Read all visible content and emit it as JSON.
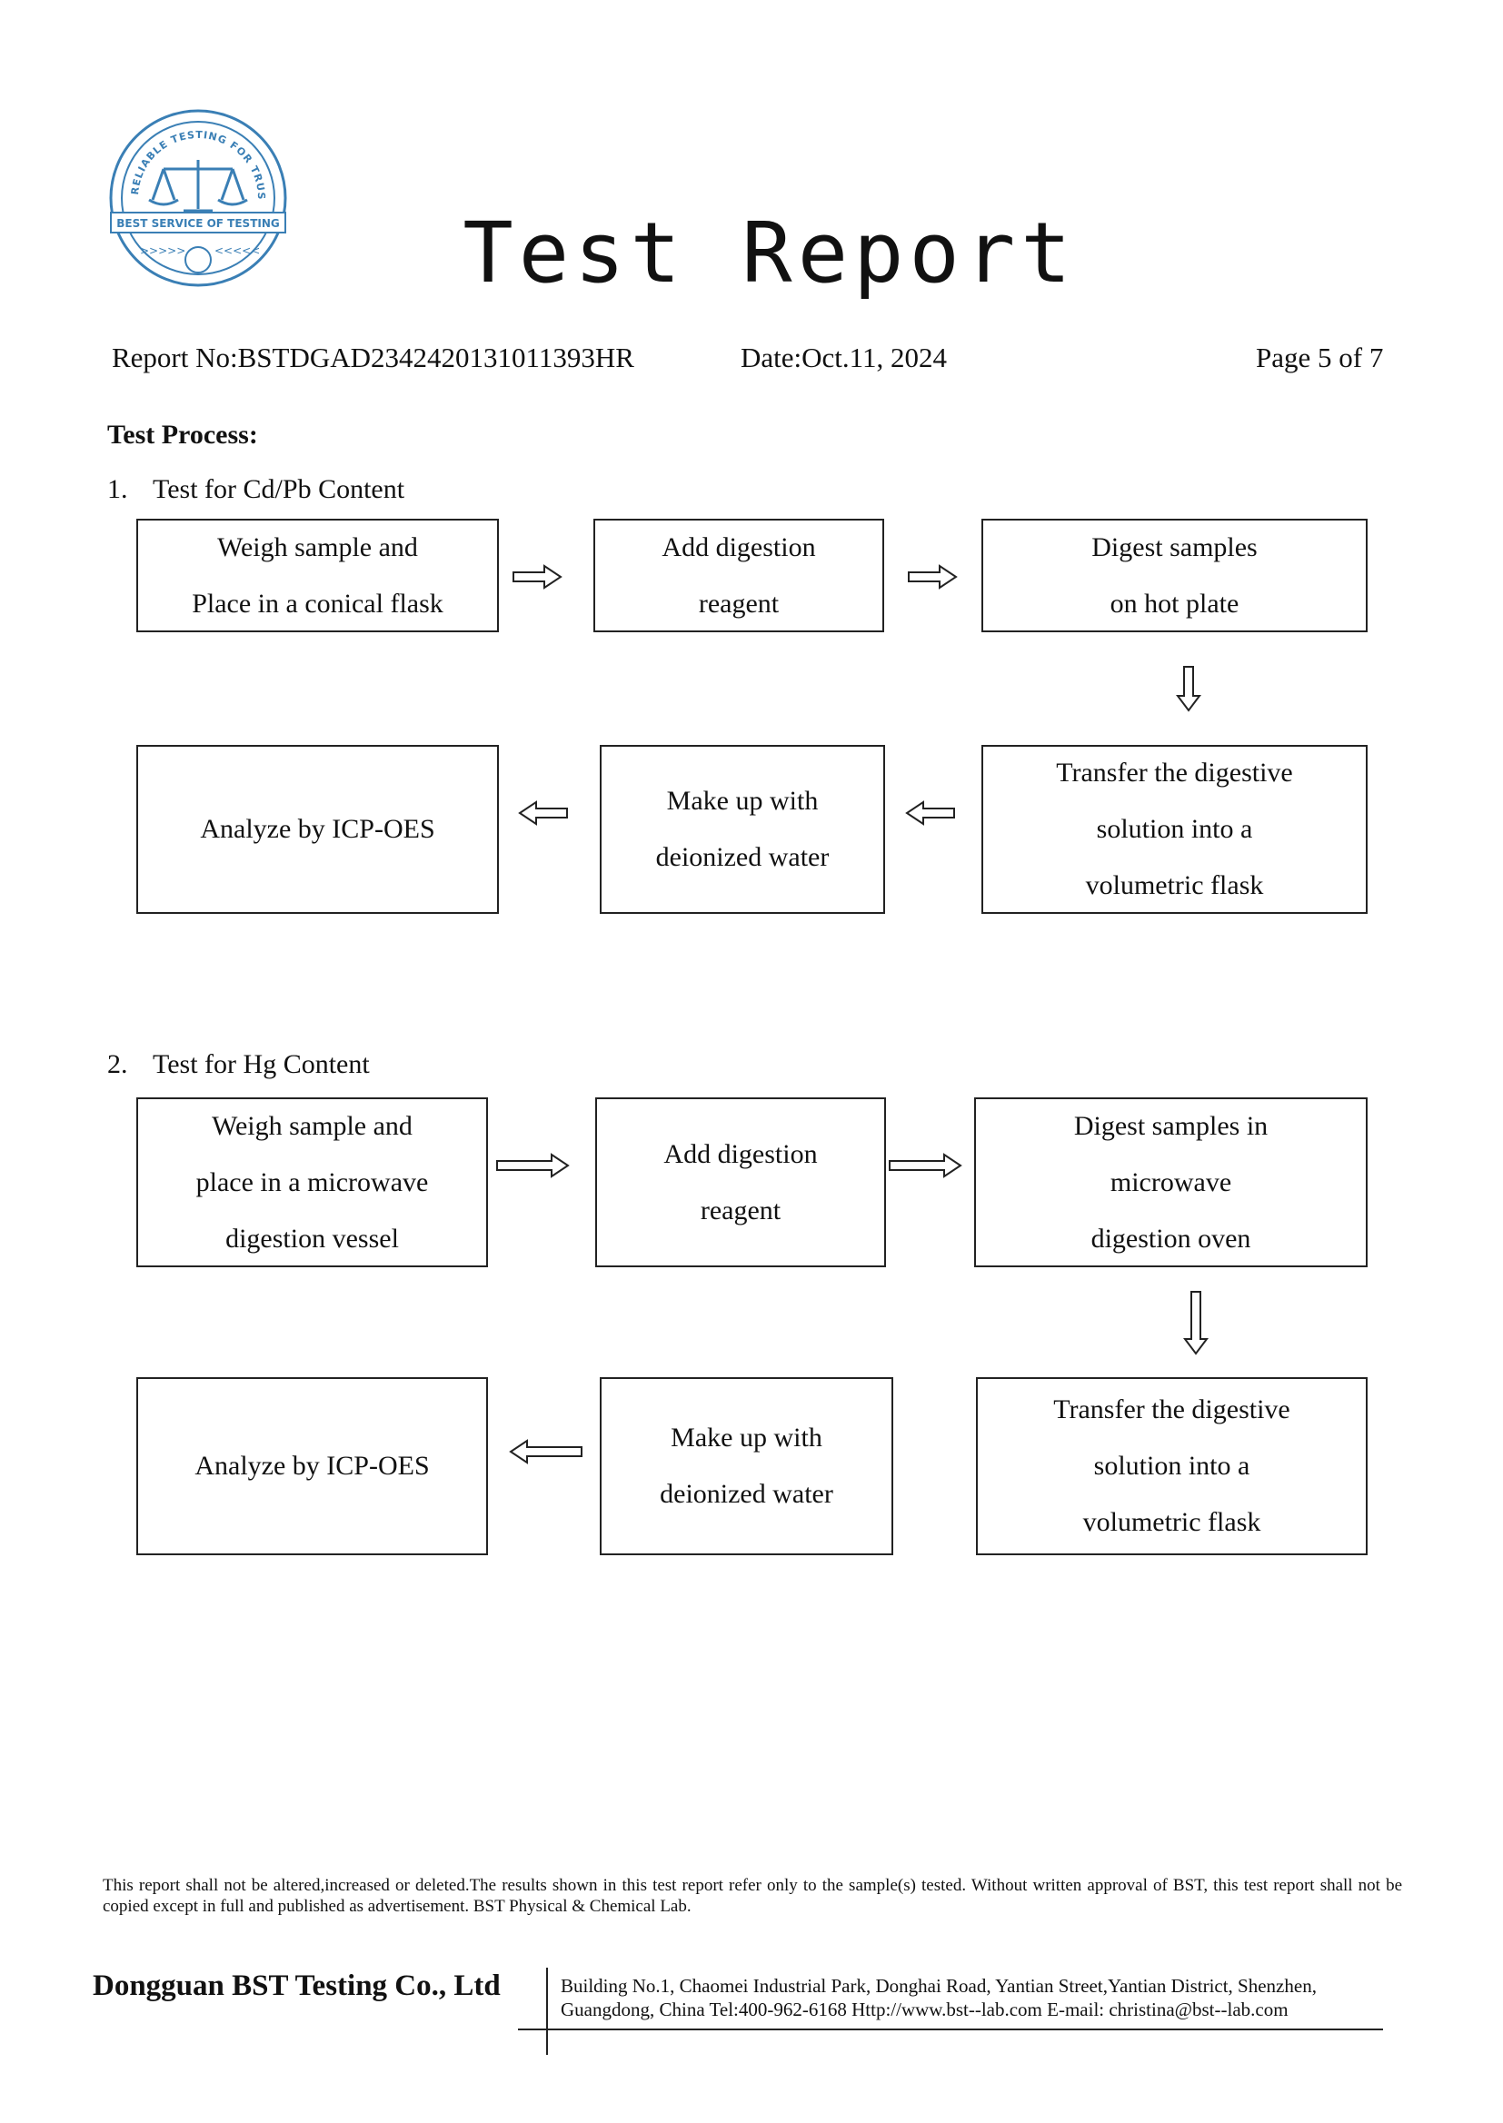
{
  "header": {
    "title": "Test Report",
    "report_no": "Report No:BSTDGAD2342420131011393HR",
    "date": "Date:Oct.11, 2024",
    "page": "Page 5 of 7"
  },
  "logo": {
    "arc_text": "A RELIABLE TESTING FOR TRUST",
    "band_text": "BEST SERVICE OF TESTING",
    "colors": {
      "primary": "#3a7fb5"
    }
  },
  "test_process": {
    "heading": "Test Process:",
    "sections": [
      {
        "number": "1.",
        "title": "Test for Cd/Pb Content",
        "steps": [
          [
            "Weigh sample and",
            "Place in a conical flask"
          ],
          [
            "Add digestion",
            "reagent"
          ],
          [
            "Digest samples",
            "on hot plate"
          ],
          [
            "Transfer the digestive",
            "solution into a",
            "volumetric flask"
          ],
          [
            "Make up with",
            "deionized water"
          ],
          [
            "Analyze by ICP-OES"
          ]
        ]
      },
      {
        "number": "2.",
        "title": "Test for Hg Content",
        "steps": [
          [
            "Weigh sample and",
            "place in a microwave",
            "digestion vessel"
          ],
          [
            "Add digestion",
            "reagent"
          ],
          [
            "Digest samples in",
            "microwave",
            "digestion oven"
          ],
          [
            "Transfer the digestive",
            "solution into a",
            "volumetric flask"
          ],
          [
            "Make up with",
            "deionized water"
          ],
          [
            "Analyze by ICP-OES"
          ]
        ]
      }
    ]
  },
  "footer": {
    "disclaimer": "This report shall not be altered,increased or deleted.The results shown in this test report refer only to the sample(s) tested. Without written approval of BST, this test report shall not be copied except in full and published as advertisement. BST Physical & Chemical Lab.",
    "company": "Dongguan BST Testing Co., Ltd",
    "address_line1": "Building No.1, Chaomei Industrial Park, Donghai Road, Yantian Street,Yantian District, Shenzhen,",
    "address_line2": "Guangdong, China   Tel:400-962-6168  Http://www.bst--lab.com  E-mail: christina@bst--lab.com"
  }
}
